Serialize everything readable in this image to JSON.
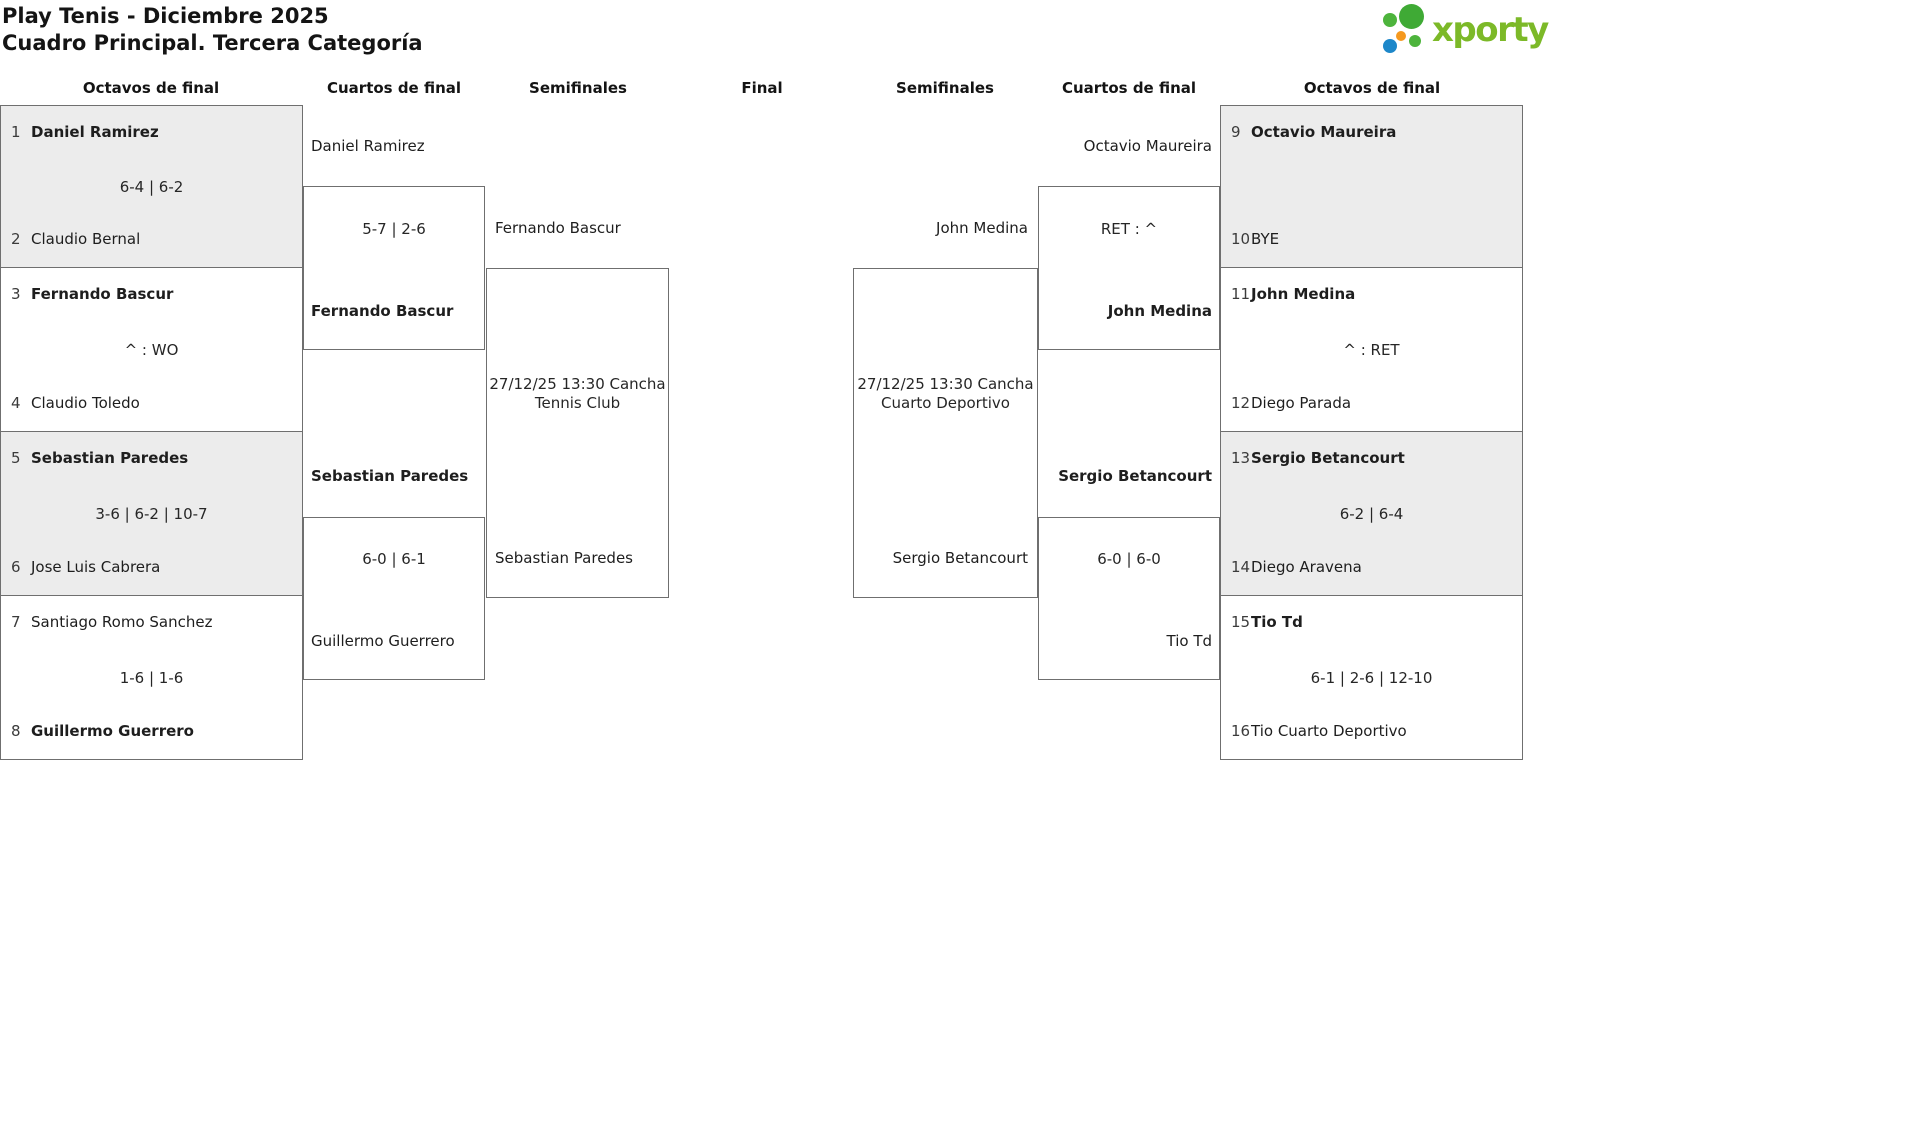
{
  "header": {
    "title_line1": "Play Tenis - Diciembre 2025",
    "title_line2": "Cuadro Principal. Tercera Categoría"
  },
  "logo": {
    "text": "xporty"
  },
  "colors": {
    "logo_green": "#7cb928",
    "logo_dot_green": "#3faa35",
    "logo_dot_blue": "#1d87c9",
    "logo_dot_orange": "#f5991f",
    "box_shaded": "#ececec",
    "border": "#6f6f6f"
  },
  "round_headers": [
    "Octavos de final",
    "Cuartos de final",
    "Semifinales",
    "Final",
    "Semifinales",
    "Cuartos de final",
    "Octavos de final"
  ],
  "octavos_left": [
    {
      "seed_top": "1",
      "name_top": "Daniel Ramirez",
      "score": "6-4 | 6-2",
      "seed_bottom": "2",
      "name_bottom": "Claudio Bernal"
    },
    {
      "seed_top": "3",
      "name_top": "Fernando Bascur",
      "score": "^ : WO",
      "seed_bottom": "4",
      "name_bottom": "Claudio Toledo"
    },
    {
      "seed_top": "5",
      "name_top": "Sebastian Paredes",
      "score": "3-6 | 6-2 | 10-7",
      "seed_bottom": "6",
      "name_bottom": "Jose Luis Cabrera"
    },
    {
      "seed_top": "7",
      "name_top": "Santiago Romo Sanchez",
      "score": "1-6 | 1-6",
      "seed_bottom": "8",
      "name_bottom": "Guillermo Guerrero"
    }
  ],
  "octavos_right": [
    {
      "seed_top": "9",
      "name_top": "Octavio Maureira",
      "score": "",
      "seed_bottom": "10",
      "name_bottom": "BYE"
    },
    {
      "seed_top": "11",
      "name_top": "John Medina",
      "score": "^ : RET",
      "seed_bottom": "12",
      "name_bottom": "Diego Parada"
    },
    {
      "seed_top": "13",
      "name_top": "Sergio Betancourt",
      "score": "6-2 | 6-4",
      "seed_bottom": "14",
      "name_bottom": "Diego Aravena"
    },
    {
      "seed_top": "15",
      "name_top": "Tio Td",
      "score": "6-1 | 2-6 | 12-10",
      "seed_bottom": "16",
      "name_bottom": "Tio Cuarto Deportivo"
    }
  ],
  "cuartos_left": [
    {
      "name_top": "Daniel Ramirez",
      "score": "5-7 | 2-6",
      "name_bottom": "Fernando Bascur"
    },
    {
      "name_top": "Sebastian Paredes",
      "score": "6-0 | 6-1",
      "name_bottom": "Guillermo Guerrero"
    }
  ],
  "cuartos_right": [
    {
      "name_top": "Octavio Maureira",
      "score": "RET : ^",
      "name_bottom": "John Medina"
    },
    {
      "name_top": "Sergio Betancourt",
      "score": "6-0 | 6-0",
      "name_bottom": "Tio Td"
    }
  ],
  "semis_left": {
    "name_top": "Fernando Bascur",
    "info_line1": "27/12/25 13:30 Cancha",
    "info_line2": "Tennis Club",
    "name_bottom": "Sebastian Paredes"
  },
  "semis_right": {
    "name_top": "John Medina",
    "info_line1": "27/12/25 13:30 Cancha",
    "info_line2": "Cuarto Deportivo",
    "name_bottom": "Sergio Betancourt"
  }
}
